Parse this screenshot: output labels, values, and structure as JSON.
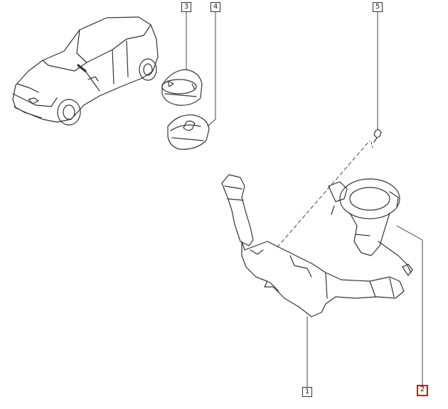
{
  "callouts": [
    {
      "id": "c3",
      "label": "3",
      "highlight": false
    },
    {
      "id": "c4",
      "label": "4",
      "highlight": false
    },
    {
      "id": "c5",
      "label": "5",
      "highlight": false
    },
    {
      "id": "c1",
      "label": "1",
      "highlight": false
    },
    {
      "id": "c2",
      "label": "2",
      "highlight": true
    }
  ],
  "colors": {
    "line": "#333333",
    "highlight": "#e00000",
    "background": "#ffffff"
  }
}
